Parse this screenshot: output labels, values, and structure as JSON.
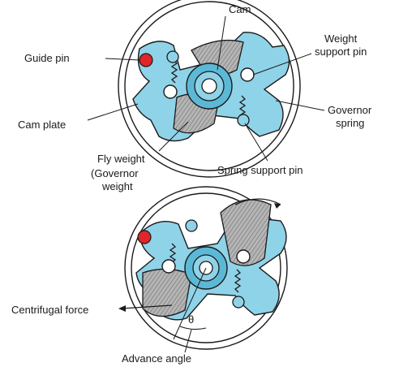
{
  "labels": {
    "cam": "Cam",
    "weight_support_pin_1": "Weight",
    "weight_support_pin_2": "support pin",
    "guide_pin": "Guide pin",
    "cam_plate": "Cam plate",
    "governor_spring_1": "Governor",
    "governor_spring_2": "spring",
    "fly_weight_1": "Fly weight",
    "fly_weight_2": "(Governor",
    "fly_weight_3": "weight",
    "spring_support_pin": "Spring support pin",
    "centrifugal_force": "Centrifugal force",
    "theta": "θ",
    "advance_angle": "Advance angle"
  },
  "colors": {
    "plate": "#8fd3e8",
    "plate_dark": "#5cb9d6",
    "weight": "#a9a9a9",
    "pin_red": "#e0262a",
    "ring": "#ffffff"
  }
}
